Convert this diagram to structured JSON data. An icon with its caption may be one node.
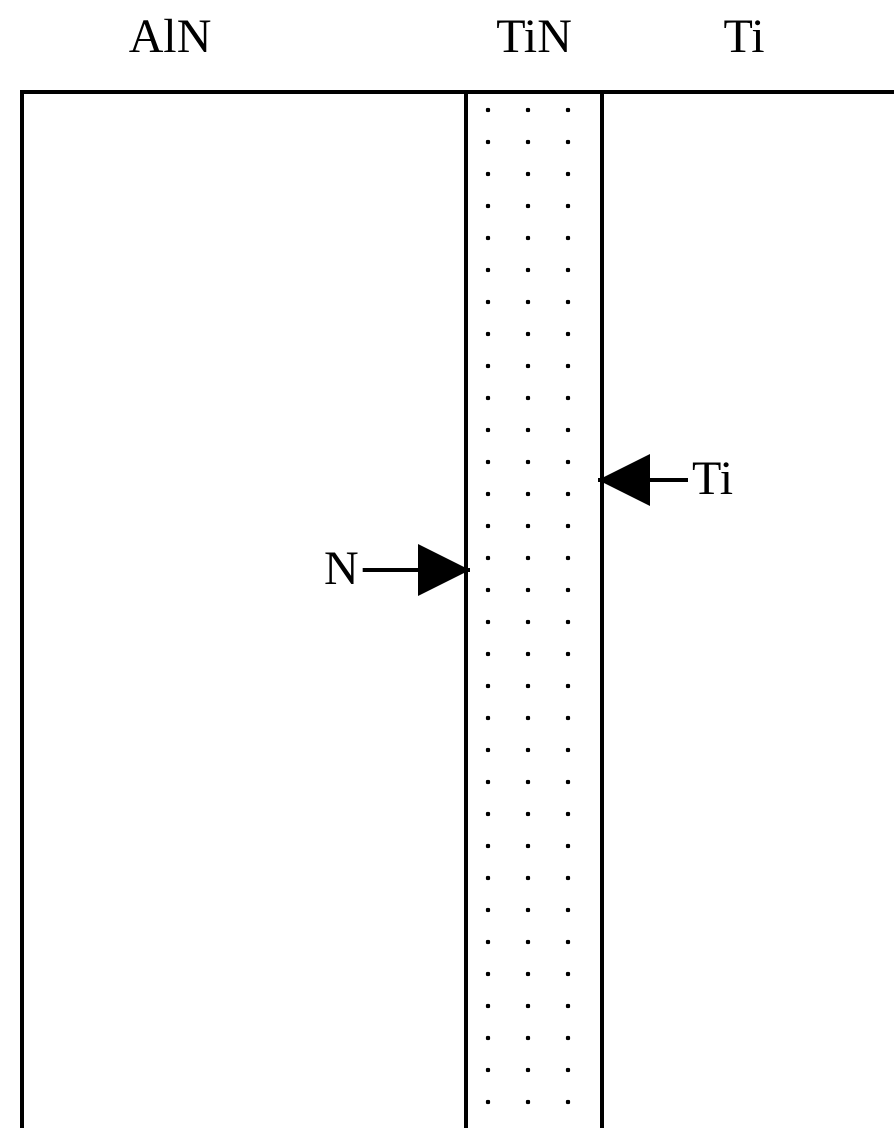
{
  "diagram": {
    "nodes": [
      {
        "text": [
          "AlN"
        ]
      },
      {
        "text": [
          "TiN"
        ]
      },
      {
        "text": [
          "Ti"
        ]
      },
      {
        "text": [
          "N"
        ],
        "in": 0
      },
      {
        "text": [
          "Ti"
        ],
        "in": 2
      }
    ],
    "edges": [
      {
        "from": 3,
        "to": 1,
        "arrow": "to"
      },
      {
        "from": 4,
        "to": 1,
        "arrow": "to"
      }
    ]
  }
}
